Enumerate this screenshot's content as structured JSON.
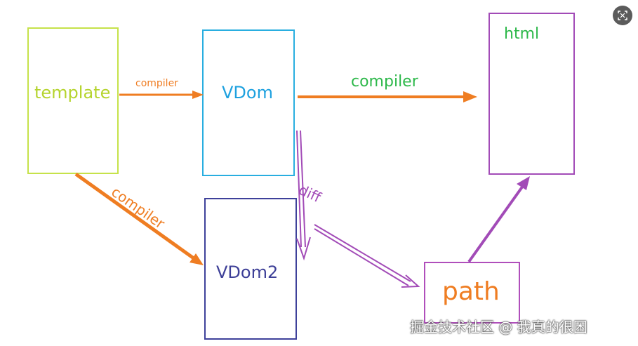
{
  "nodes": {
    "template": "template",
    "vdom": "VDom",
    "html": "html",
    "vdom2": "VDom2",
    "path": "path"
  },
  "edges": {
    "template_to_vdom": "compiler",
    "vdom_to_html": "compiler",
    "template_to_vdom2": "compiler",
    "vdom_to_vdom2": "diff"
  },
  "watermark": "掘金技术社区 @ 我真的很困",
  "colors": {
    "orange": "#ef7d22",
    "purple": "#a24bb7",
    "green": "#2db84a",
    "lime": "#c6e24a",
    "blue": "#29aee0",
    "navy": "#3e419a"
  },
  "icons": {
    "corner": "image-scan-icon"
  }
}
